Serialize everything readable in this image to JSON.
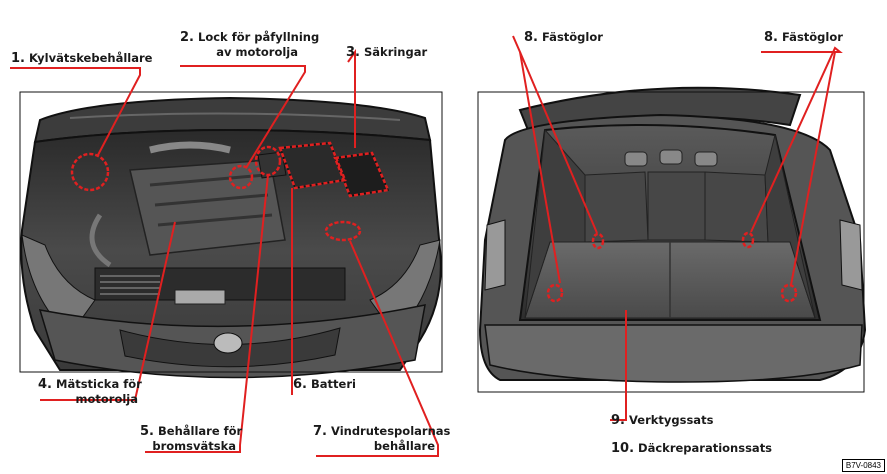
{
  "engine_labels": [
    {
      "number": "1.",
      "lines": [
        "Kylvätskebehållare"
      ]
    },
    {
      "number": "2.",
      "lines": [
        "Lock för påfyllning",
        "av motorolja"
      ]
    },
    {
      "number": "3.",
      "lines": [
        "Säkringar"
      ]
    },
    {
      "number": "4.",
      "lines": [
        "Mätsticka för",
        "motorolja"
      ]
    },
    {
      "number": "5.",
      "lines": [
        "Behållare för",
        "bromsvätska"
      ]
    },
    {
      "number": "6.",
      "lines": [
        "Batteri"
      ]
    },
    {
      "number": "7.",
      "lines": [
        "Vindrutespolarnas",
        "behållare"
      ]
    }
  ],
  "trunk_labels": [
    {
      "number": "8.",
      "lines": [
        "Fästöglor"
      ]
    },
    {
      "number": "8.",
      "lines": [
        "Fästöglor"
      ]
    },
    {
      "number": "9.",
      "lines": [
        "Verktygssats"
      ]
    },
    {
      "number": "10.",
      "lines": [
        "Däckreparationssats"
      ]
    }
  ],
  "image_code": "B7V-0843",
  "colors": {
    "callout_line": "#e02020",
    "label_text": "#1a1a1a",
    "photo_frame": "#111111"
  }
}
